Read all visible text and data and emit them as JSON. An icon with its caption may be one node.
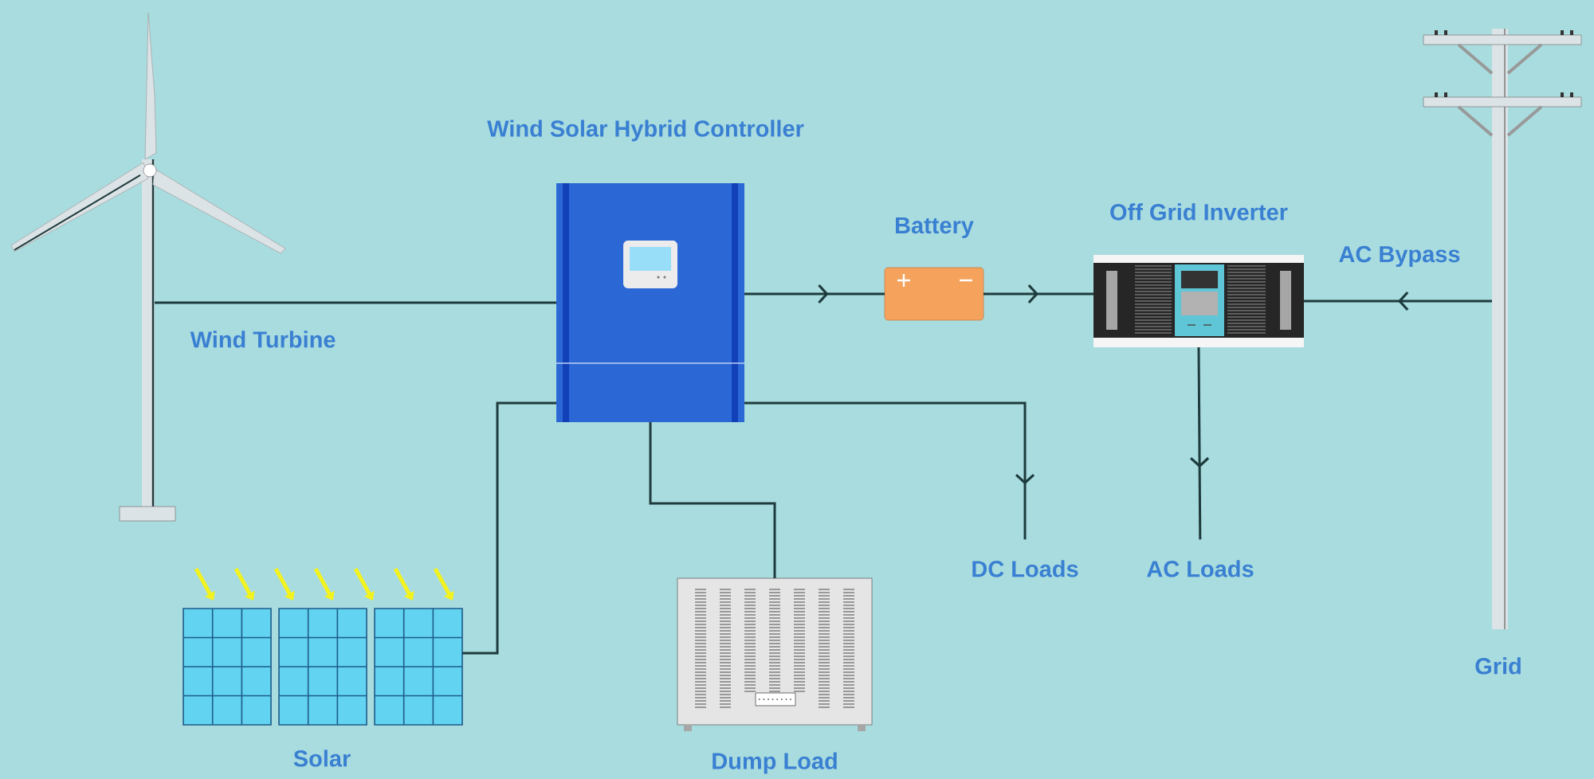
{
  "diagram": {
    "nodes": [
      {
        "text": [
          "Wind Turbine"
        ]
      },
      {
        "text": [
          "Wind Solar Hybrid Controller"
        ]
      },
      {
        "text": [
          "Battery"
        ]
      },
      {
        "text": [
          "Off Grid Inverter"
        ]
      },
      {
        "text": [
          "Grid"
        ]
      },
      {
        "text": [
          "Solar"
        ]
      },
      {
        "text": [
          "Dump Load"
        ]
      },
      {
        "text": [
          "DC Loads"
        ]
      },
      {
        "text": [
          "AC Loads"
        ]
      }
    ],
    "edges": [
      {
        "from": 0,
        "to": 1,
        "arrow": "none"
      },
      {
        "from": 1,
        "to": 2,
        "arrow": "to"
      },
      {
        "from": 2,
        "to": 3,
        "arrow": "to"
      },
      {
        "from": 4,
        "to": 3,
        "arrow": "to",
        "label": "AC Bypass"
      },
      {
        "from": 5,
        "to": 1,
        "arrow": "none"
      },
      {
        "from": 1,
        "to": 6,
        "arrow": "none"
      },
      {
        "from": 1,
        "to": 7,
        "arrow": "to"
      },
      {
        "from": 3,
        "to": 8,
        "arrow": "to"
      }
    ]
  }
}
